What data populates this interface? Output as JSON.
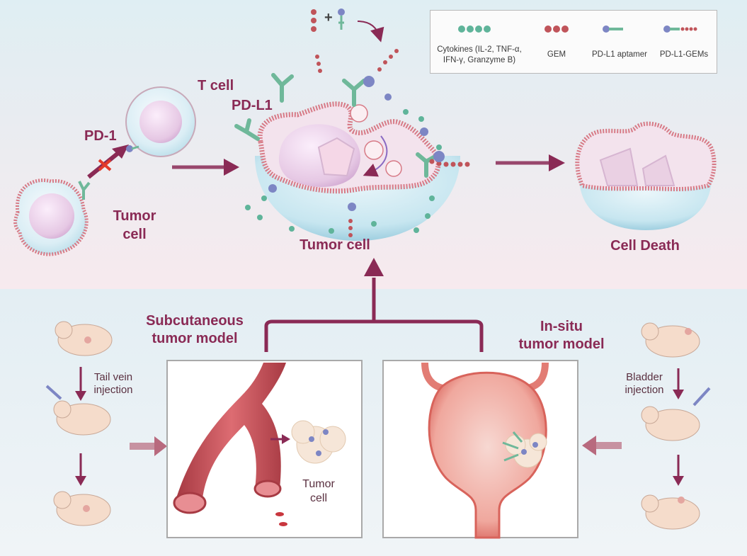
{
  "legend": {
    "cytokines": "Cytokines (IL-2, TNF-α, IFN-γ, Granzyme B)",
    "gem": "GEM",
    "aptamer": "PD-L1 aptamer",
    "pdl1_gems": "PD-L1-GEMs"
  },
  "top": {
    "pd1": "PD-1",
    "tcell": "T cell",
    "pdl1": "PD-L1",
    "tumor_cell_left": "Tumor\ncell",
    "tumor_cell_center": "Tumor cell",
    "cell_death": "Cell Death",
    "plus": "+"
  },
  "bottom": {
    "subcutaneous": "Subcutaneous\ntumor model",
    "insitu": "In-situ\ntumor model",
    "tail_vein": "Tail vein\ninjection",
    "bladder": "Bladder\ninjection",
    "tumor_cell_small": "Tumor\ncell"
  },
  "colors": {
    "plum": "#8a2a55",
    "membrane": "#d77a86",
    "cytoplasm": "#cfe9f1",
    "nucleus": "#e6cfe6",
    "antibody": "#6fb89a",
    "gem": "#c0545a",
    "cytokine": "#5fb49a",
    "blood": "#c84c55",
    "bladder": "#e27c74"
  }
}
